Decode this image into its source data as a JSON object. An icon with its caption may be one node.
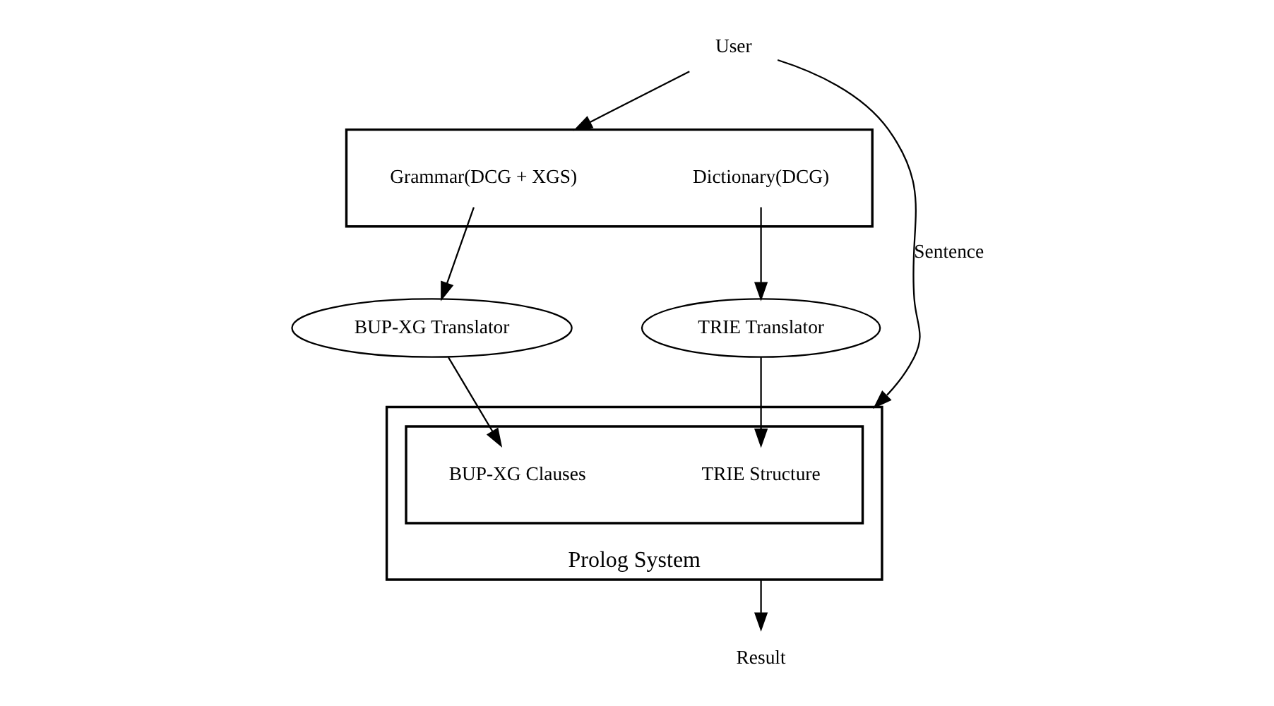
{
  "diagram": {
    "nodes": [
      {
        "text": [
          "User"
        ]
      },
      {
        "text": [],
        "shape": "box"
      },
      {
        "text": [
          "Grammar(DCG + XGS)"
        ],
        "in": 1
      },
      {
        "text": [
          "Dictionary(DCG)"
        ],
        "in": 1
      },
      {
        "text": [
          "TRIE Translator"
        ]
      },
      {
        "text": [
          "BUP-XG Translator"
        ]
      },
      {
        "text": [
          "Prolog System"
        ]
      },
      {
        "text": [],
        "shape": "box",
        "in": 6
      },
      {
        "text": [
          "TRIE Structure"
        ],
        "in": 7
      },
      {
        "text": [
          "BUP-XG Clauses"
        ],
        "in": 7
      },
      {
        "text": [
          "Result"
        ]
      }
    ],
    "edges": [
      {
        "from": 0,
        "to": 1,
        "arrow": "to"
      },
      {
        "from": 0,
        "to": 6,
        "arrow": "to",
        "label": "Sentence"
      },
      {
        "from": 3,
        "to": 4,
        "arrow": "to"
      },
      {
        "from": 2,
        "to": 5,
        "arrow": "to"
      },
      {
        "from": 4,
        "to": 8,
        "arrow": "to"
      },
      {
        "from": 5,
        "to": 9,
        "arrow": "to"
      },
      {
        "from": 6,
        "to": 10,
        "arrow": "to"
      }
    ]
  }
}
